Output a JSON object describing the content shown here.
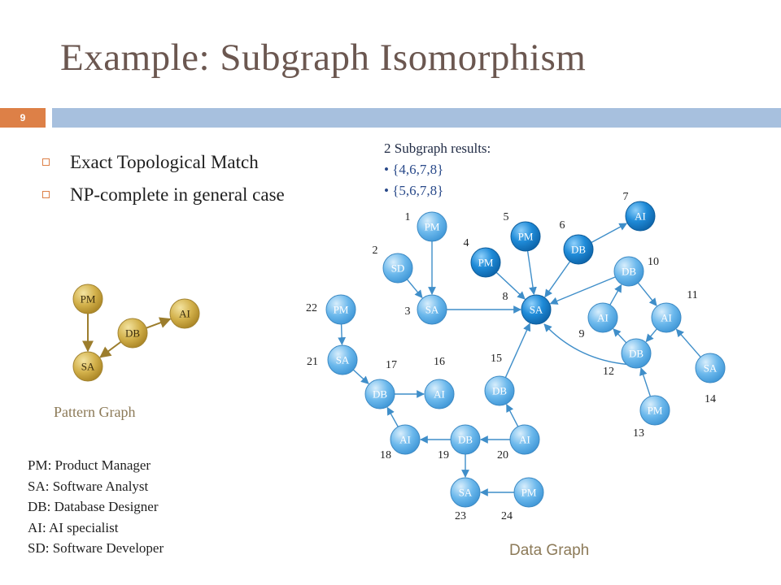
{
  "slide": {
    "title": "Example: Subgraph Isomorphism",
    "number": "9"
  },
  "bullets": [
    "Exact Topological Match",
    "NP-complete in general case"
  ],
  "results": {
    "heading": "2 Subgraph results:",
    "items": [
      "{4,6,7,8}",
      "{5,6,7,8}"
    ]
  },
  "legend": [
    "PM: Product Manager",
    "SA: Software Analyst",
    "DB: Database Designer",
    "AI: AI specialist",
    "SD: Software Developer"
  ],
  "pattern_graph": {
    "caption": "Pattern Graph",
    "nodes": [
      {
        "key": "pm",
        "label": "PM"
      },
      {
        "key": "ai",
        "label": "AI"
      },
      {
        "key": "db",
        "label": "DB"
      },
      {
        "key": "sa",
        "label": "SA"
      }
    ],
    "edges": [
      [
        "pm",
        "sa"
      ],
      [
        "db",
        "sa"
      ],
      [
        "db",
        "ai"
      ]
    ],
    "color": "#c9a83a"
  },
  "data_graph": {
    "caption": "Data Graph",
    "nodes": [
      {
        "id": "1",
        "label": "PM",
        "idlabel": "1",
        "highlight": false
      },
      {
        "id": "2",
        "label": "SD",
        "idlabel": "2",
        "highlight": false
      },
      {
        "id": "3",
        "label": "SA",
        "idlabel": "3",
        "highlight": false
      },
      {
        "id": "4",
        "label": "PM",
        "idlabel": "4",
        "highlight": true
      },
      {
        "id": "5",
        "label": "PM",
        "idlabel": "5",
        "highlight": true
      },
      {
        "id": "6",
        "label": "DB",
        "idlabel": "6",
        "highlight": true
      },
      {
        "id": "7",
        "label": "AI",
        "idlabel": "7",
        "highlight": true
      },
      {
        "id": "8",
        "label": "SA",
        "idlabel": "8",
        "highlight": true
      },
      {
        "id": "9",
        "label": "AI",
        "idlabel": "9",
        "highlight": false
      },
      {
        "id": "10",
        "label": "DB",
        "idlabel": "10",
        "highlight": false
      },
      {
        "id": "11",
        "label": "AI",
        "idlabel": "11",
        "highlight": false
      },
      {
        "id": "12",
        "label": "DB",
        "idlabel": "12",
        "highlight": false
      },
      {
        "id": "13",
        "label": "PM",
        "idlabel": "13",
        "highlight": false
      },
      {
        "id": "14",
        "label": "SA",
        "idlabel": "14",
        "highlight": false
      },
      {
        "id": "15",
        "label": "DB",
        "idlabel": "15",
        "highlight": false
      },
      {
        "id": "16",
        "label": "AI",
        "idlabel": "16",
        "highlight": false
      },
      {
        "id": "17",
        "label": "DB",
        "idlabel": "17",
        "highlight": false
      },
      {
        "id": "18",
        "label": "AI",
        "idlabel": "18",
        "highlight": false
      },
      {
        "id": "19",
        "label": "DB",
        "idlabel": "19",
        "highlight": false
      },
      {
        "id": "20",
        "label": "AI",
        "idlabel": "20",
        "highlight": false
      },
      {
        "id": "21",
        "label": "SA",
        "idlabel": "21",
        "highlight": false
      },
      {
        "id": "22",
        "label": "PM",
        "idlabel": "22",
        "highlight": false
      },
      {
        "id": "23",
        "label": "SA",
        "idlabel": "23",
        "highlight": false
      },
      {
        "id": "24",
        "label": "PM",
        "idlabel": "24",
        "highlight": false
      }
    ],
    "edges": [
      [
        "1",
        "3"
      ],
      [
        "2",
        "3"
      ],
      [
        "3",
        "8"
      ],
      [
        "4",
        "8"
      ],
      [
        "5",
        "8"
      ],
      [
        "6",
        "8"
      ],
      [
        "6",
        "7"
      ],
      [
        "10",
        "8"
      ],
      [
        "10",
        "11"
      ],
      [
        "9",
        "10"
      ],
      [
        "12",
        "9"
      ],
      [
        "12",
        "8"
      ],
      [
        "11",
        "12"
      ],
      [
        "13",
        "12"
      ],
      [
        "14",
        "11"
      ],
      [
        "15",
        "8"
      ],
      [
        "17",
        "16"
      ],
      [
        "22",
        "21"
      ],
      [
        "21",
        "17"
      ],
      [
        "18",
        "17"
      ],
      [
        "19",
        "18"
      ],
      [
        "20",
        "19"
      ],
      [
        "20",
        "15"
      ],
      [
        "19",
        "23"
      ],
      [
        "24",
        "23"
      ]
    ],
    "colors": {
      "normal": "#5aaee6",
      "highlight": "#1c7fc8",
      "edge": "#3f8ec9"
    }
  }
}
